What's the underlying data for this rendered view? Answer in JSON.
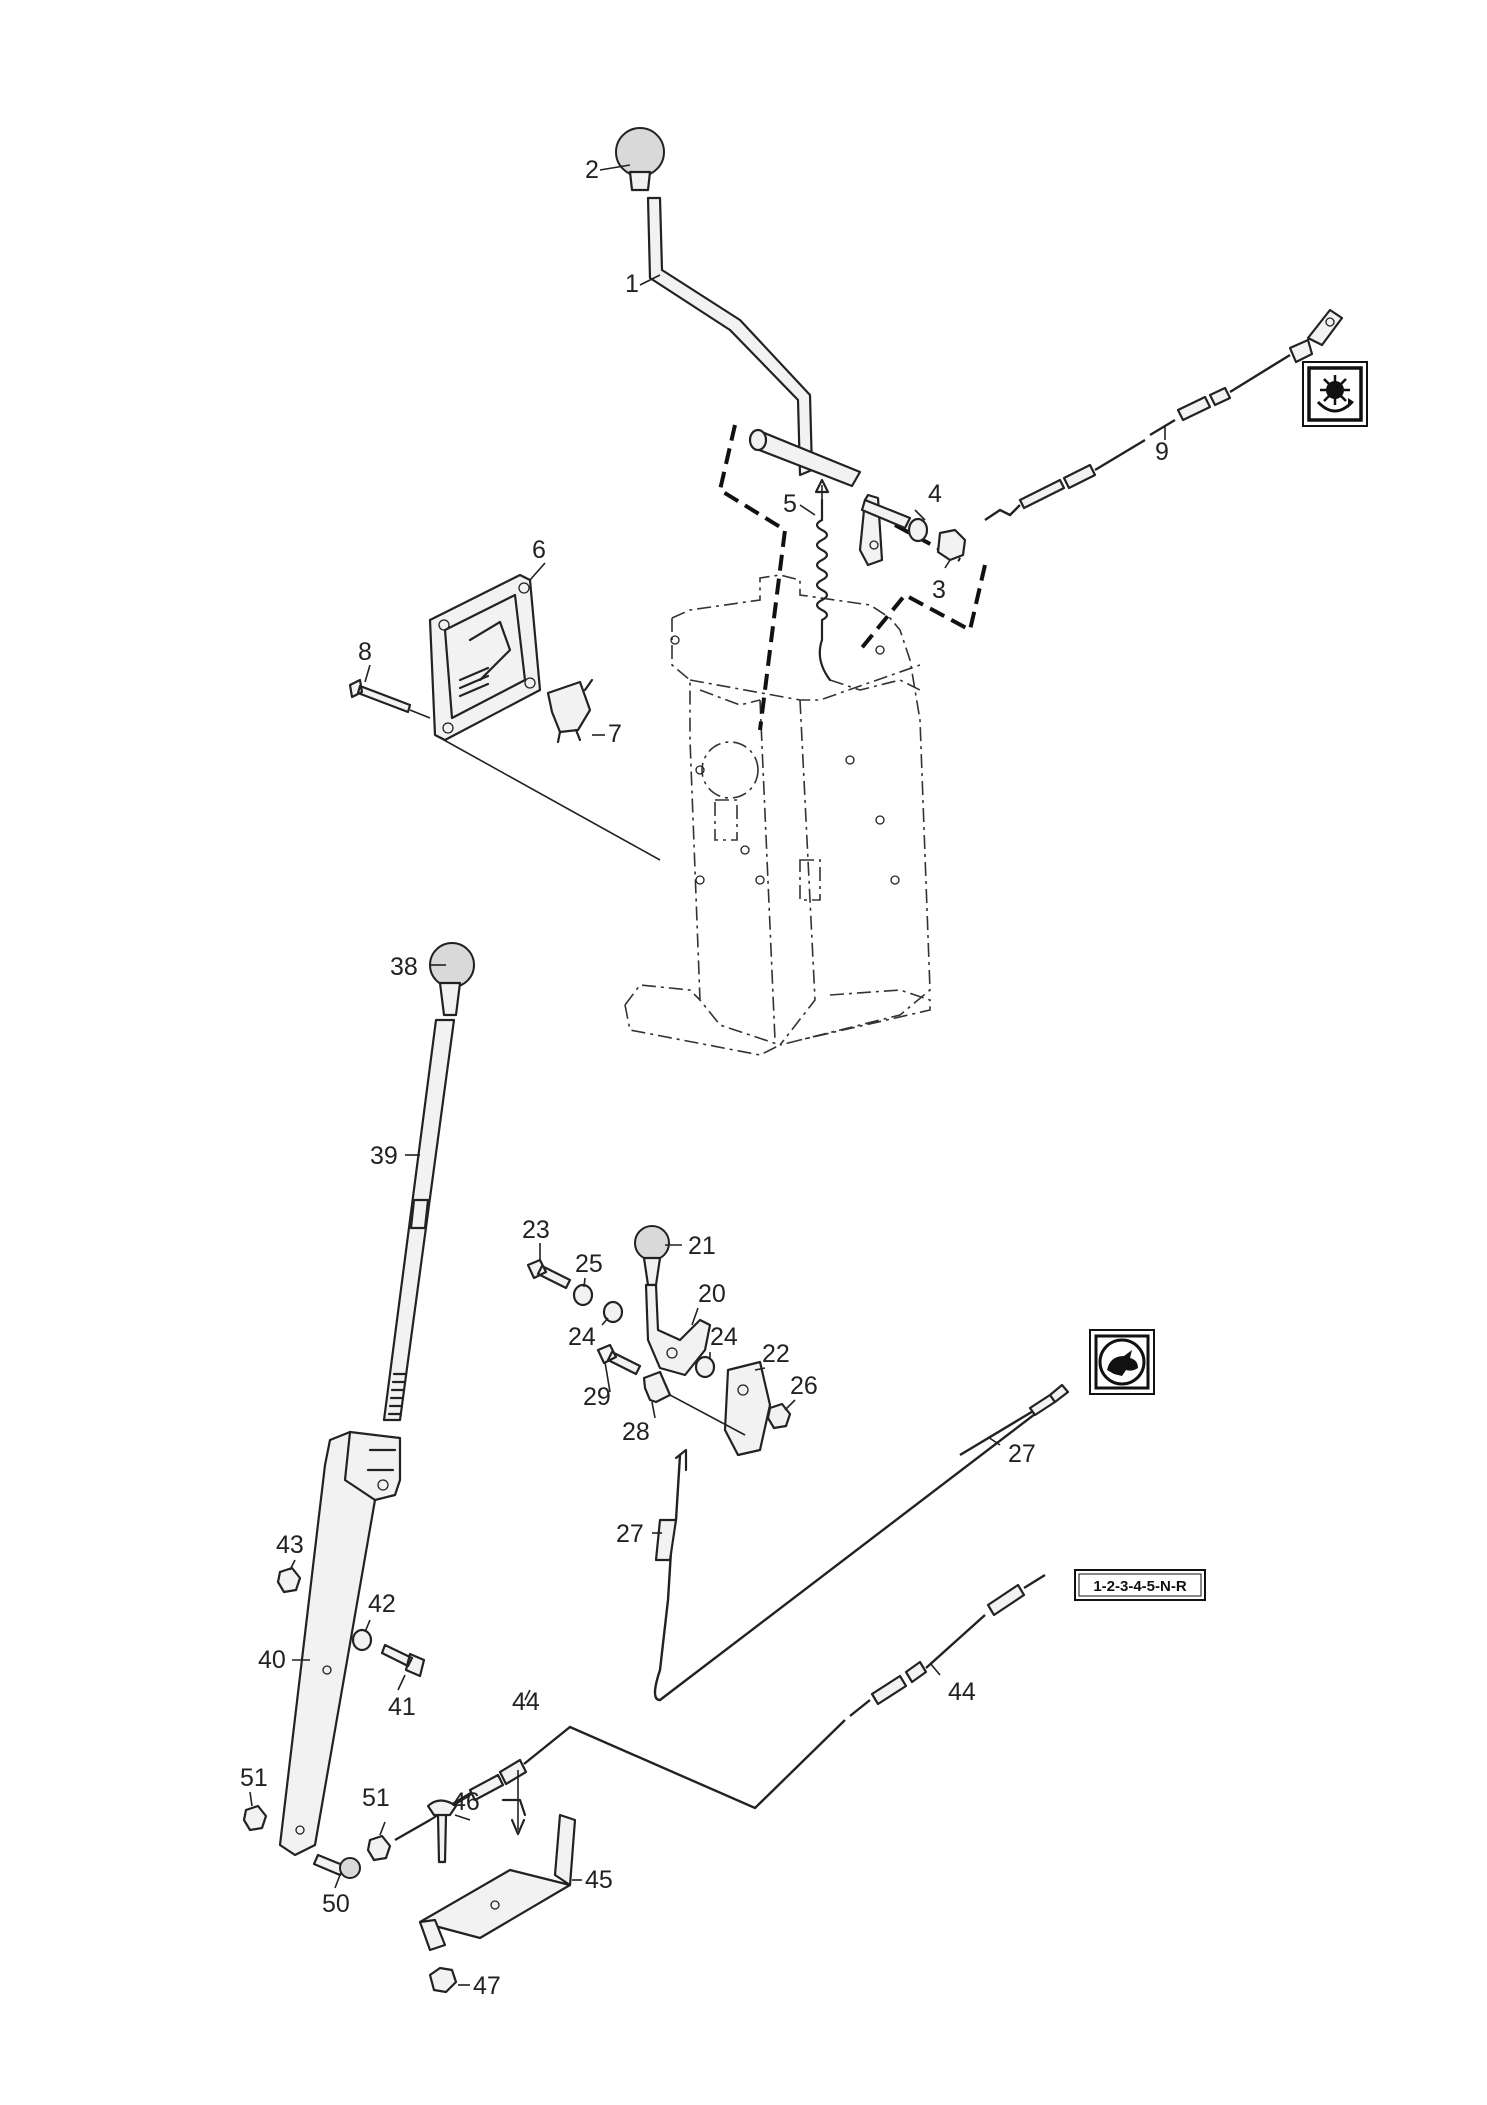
{
  "callouts": {
    "c1": "1",
    "c2": "2",
    "c3": "3",
    "c4": "4",
    "c5": "5",
    "c6": "6",
    "c7": "7",
    "c8": "8",
    "c9": "9",
    "c20": "20",
    "c21": "21",
    "c22": "22",
    "c23": "23",
    "c24a": "24",
    "c24b": "24",
    "c25": "25",
    "c26": "26",
    "c27a": "27",
    "c27b": "27",
    "c28": "28",
    "c29": "29",
    "c38": "38",
    "c39": "39",
    "c40": "40",
    "c41": "41",
    "c42": "42",
    "c43": "43",
    "c44a": "44",
    "c44b": "44",
    "c45": "45",
    "c46": "46",
    "c47": "47",
    "c50": "50",
    "c51a": "51",
    "c51b": "51"
  },
  "gear_code": "1-2-3-4-5-N-R",
  "icons": {
    "top_right": "gear-shift-icon",
    "middle_right": "rabbit-speed-icon"
  }
}
